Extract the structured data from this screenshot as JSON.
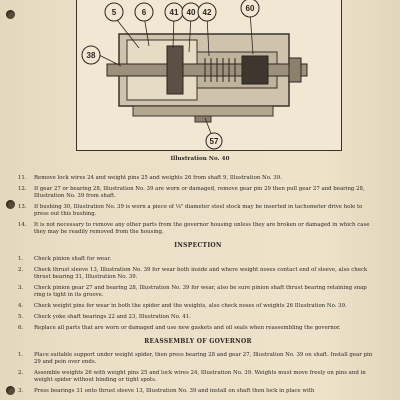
{
  "figure": {
    "callouts": [
      {
        "id": "c5",
        "label": "5"
      },
      {
        "id": "c6",
        "label": "6"
      },
      {
        "id": "c41",
        "label": "41"
      },
      {
        "id": "c40",
        "label": "40"
      },
      {
        "id": "c42",
        "label": "42"
      },
      {
        "id": "c60",
        "label": "60"
      },
      {
        "id": "c38",
        "label": "38"
      },
      {
        "id": "c57",
        "label": "57"
      }
    ],
    "caption": "Illustration No. 40"
  },
  "section1": [
    {
      "num": "11.",
      "text": "Remove lock wires 24 and weight pins 25 and weights 26 from shaft 9, Illustration No. 39."
    },
    {
      "num": "12.",
      "text": "If gear 27 or bearing 28, Illustration No. 39 are worn or damaged, remove gear pin 29 then pull gear 27 and bearing 28, Illustration No. 39 from shaft."
    },
    {
      "num": "13.",
      "text": "If bushing 30, Illustration No. 39 is worn a piece of ⅛\" diameter steel stock may be inserted in tachometer drive hole to press out this bushing."
    },
    {
      "num": "14.",
      "text": "It is not necessary to remove any other parts from the governor housing unless they are broken or damaged in which case they may be readily removed from the housing."
    }
  ],
  "inspection": {
    "heading": "INSPECTION",
    "items": [
      {
        "num": "1.",
        "text": "Check pinion shaft for wear."
      },
      {
        "num": "2.",
        "text": "Check thrust sleeve 13, Illustration No. 39 for wear both inside and where weight noses contact end of sleeve, also check thrust bearing 31, Illustration No. 39."
      },
      {
        "num": "3.",
        "text": "Check pinion gear 27 and bearing 28, Illustration No. 39 for wear, also be sure pinion shaft thrust bearing retaining snap ring is tight in its groove."
      },
      {
        "num": "4.",
        "text": "Check weight pins for wear in both the spider and the weights, also check noses of weights 26 Illustration No. 39."
      },
      {
        "num": "5.",
        "text": "Check yoke shaft bearings 22 and 23, Illustration No. 41."
      },
      {
        "num": "6.",
        "text": "Replace all parts that are worn or damaged and use new gaskets and oil seals when reassembling the governor."
      }
    ]
  },
  "reassembly": {
    "heading": "REASSEMBLY OF GOVERNOR",
    "items": [
      {
        "num": "1.",
        "text": "Place suitable support under weight spider, then press bearing 28 and gear 27, Illustration No. 39 on shaft. Install gear pin 29 and pein over ends."
      },
      {
        "num": "2.",
        "text": "Assemble weights 26 with weight pins 25 and lock wires 24, Illustration No. 39. Weights must move freely on pins and in weight spider without binding or tight spots."
      },
      {
        "num": "3.",
        "text": "Press bearings 31 onto thrust sleeve 13, Illustration No. 39 and install on shaft then lock in place with"
      }
    ]
  }
}
